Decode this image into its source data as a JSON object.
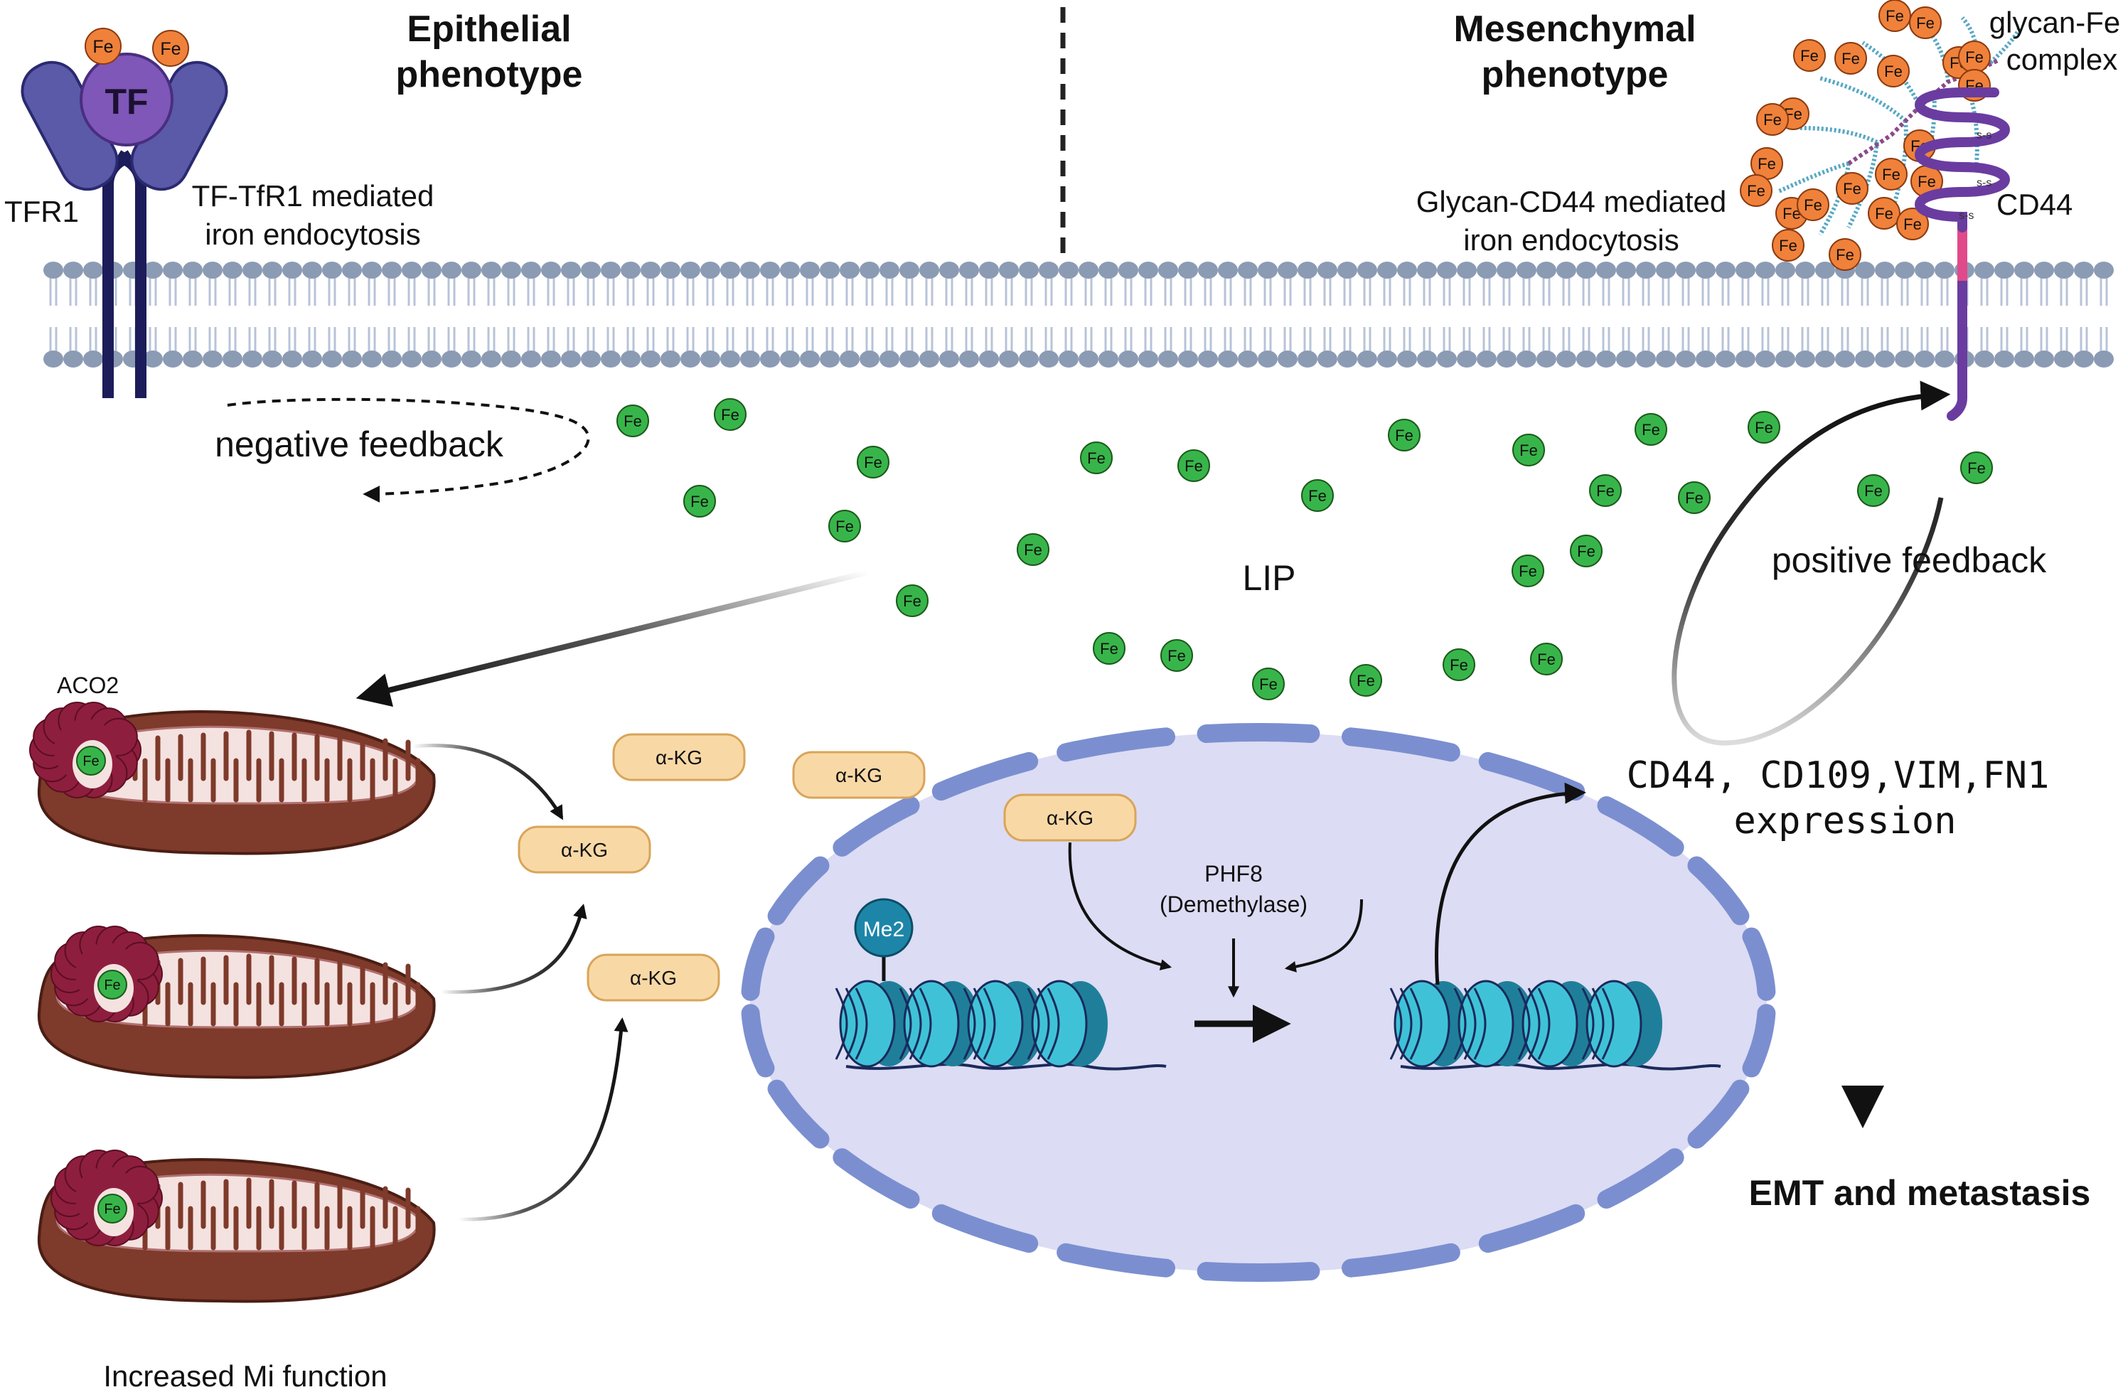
{
  "headings": {
    "epithelial": [
      "Epithelial",
      "phenotype"
    ],
    "mesenchymal": [
      "Mesenchymal",
      "phenotype"
    ]
  },
  "labels": {
    "tf": "TF",
    "tfr1": "TFR1",
    "tf_tfr1_mediated": [
      "TF-TfR1 mediated",
      "iron endocytosis"
    ],
    "glycan_cd44_mediated": [
      "Glycan-CD44 mediated",
      "iron endocytosis"
    ],
    "glycan_fe_complex": [
      "glycan-Fe",
      "complex"
    ],
    "cd44": "CD44",
    "disulfide": "s-s",
    "negative_feedback": "negative feedback",
    "positive_feedback": "positive feedback",
    "lip": "LIP",
    "aco2": "ACO2",
    "increased_mi_function": "Increased Mi function",
    "akg": "α-KG",
    "me2": "Me2",
    "phf8": [
      "PHF8",
      "(Demethylase)"
    ],
    "gene_expression": [
      "CD44,  CD109,VIM,FN1",
      "expression"
    ],
    "emt": "EMT and metastasis",
    "fe": "Fe"
  },
  "colors": {
    "membrane_head": "#8b9bb4",
    "membrane_tail": "#b8c3d8",
    "receptor": "#5a5aa8",
    "receptor_stalk": "#1c1c5a",
    "tf": "#7e57b8",
    "fe_bound": "#f0813a",
    "fe_free": "#38b54a",
    "glycan": "#57a8c4",
    "cd44": "#6a3ca0",
    "cd44_tm": "#e04a8a",
    "mito_outer": "#7e3a2a",
    "mito_inner": "#f4e2e0",
    "aco2": "#8e1e3e",
    "akg_fill": "#f8d9a6",
    "nucleus_fill": "#dcdcf4",
    "nucleus_envelope": "#7b8fd0",
    "nucleosome": "#3fc2d8",
    "me2": "#1d86a8"
  }
}
